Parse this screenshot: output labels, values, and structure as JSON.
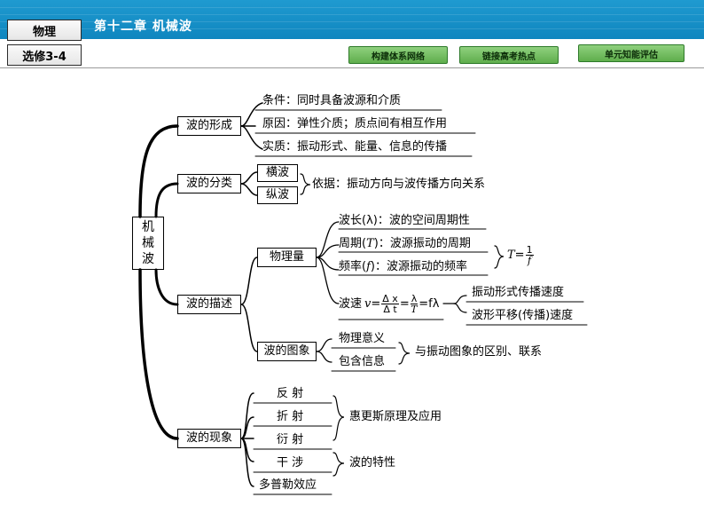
{
  "header": {
    "subject": "物理",
    "module": "选修3-4",
    "chapter": "第十二章 机械波",
    "nav": [
      "构建体系网络",
      "链接高考热点",
      "单元知能评估"
    ]
  },
  "map": {
    "root": [
      "机",
      "械",
      "波"
    ],
    "formation": {
      "label": "波的形成",
      "items": [
        "条件：同时具备波源和介质",
        "原因：弹性介质；质点间有相互作用",
        "实质：振动形式、能量、信息的传播"
      ]
    },
    "classification": {
      "label": "波的分类",
      "types": [
        "横波",
        "纵波"
      ],
      "basis": "依据：振动方向与波传播方向关系"
    },
    "description": {
      "label": "波的描述",
      "quantities": {
        "label": "物理量",
        "wavelength": "波长(λ)：波的空间周期性",
        "period_label": "周期(",
        "period_sym": "T",
        "period_rest": ")：波源振动的周期",
        "freq_label": "频率(",
        "freq_sym": "f",
        "freq_rest": ")：波源振动的频率",
        "tf_lhs": "T",
        "tf_eq": "=",
        "tf_num": "1",
        "tf_den": "f",
        "speed_label": "波速",
        "speed_v": "v",
        "speed_eq1": "=",
        "speed_num1": "Δ x",
        "speed_den1": "Δ t",
        "speed_eq2": "=",
        "speed_num2": "λ",
        "speed_den2": "T",
        "speed_tail": "=fλ",
        "speed_meanings": [
          "振动形式传播速度",
          "波形平移(传播)速度"
        ]
      },
      "graph": {
        "label": "波的图象",
        "items": [
          "物理意义",
          "包含信息"
        ],
        "relation": "与振动图象的区别、联系"
      }
    },
    "phenomena": {
      "label": "波的现象",
      "items": [
        "反 射",
        "折 射",
        "衍 射",
        "干 涉",
        "多普勒效应"
      ],
      "huygens": "惠更斯原理及应用",
      "property": "波的特性"
    }
  }
}
